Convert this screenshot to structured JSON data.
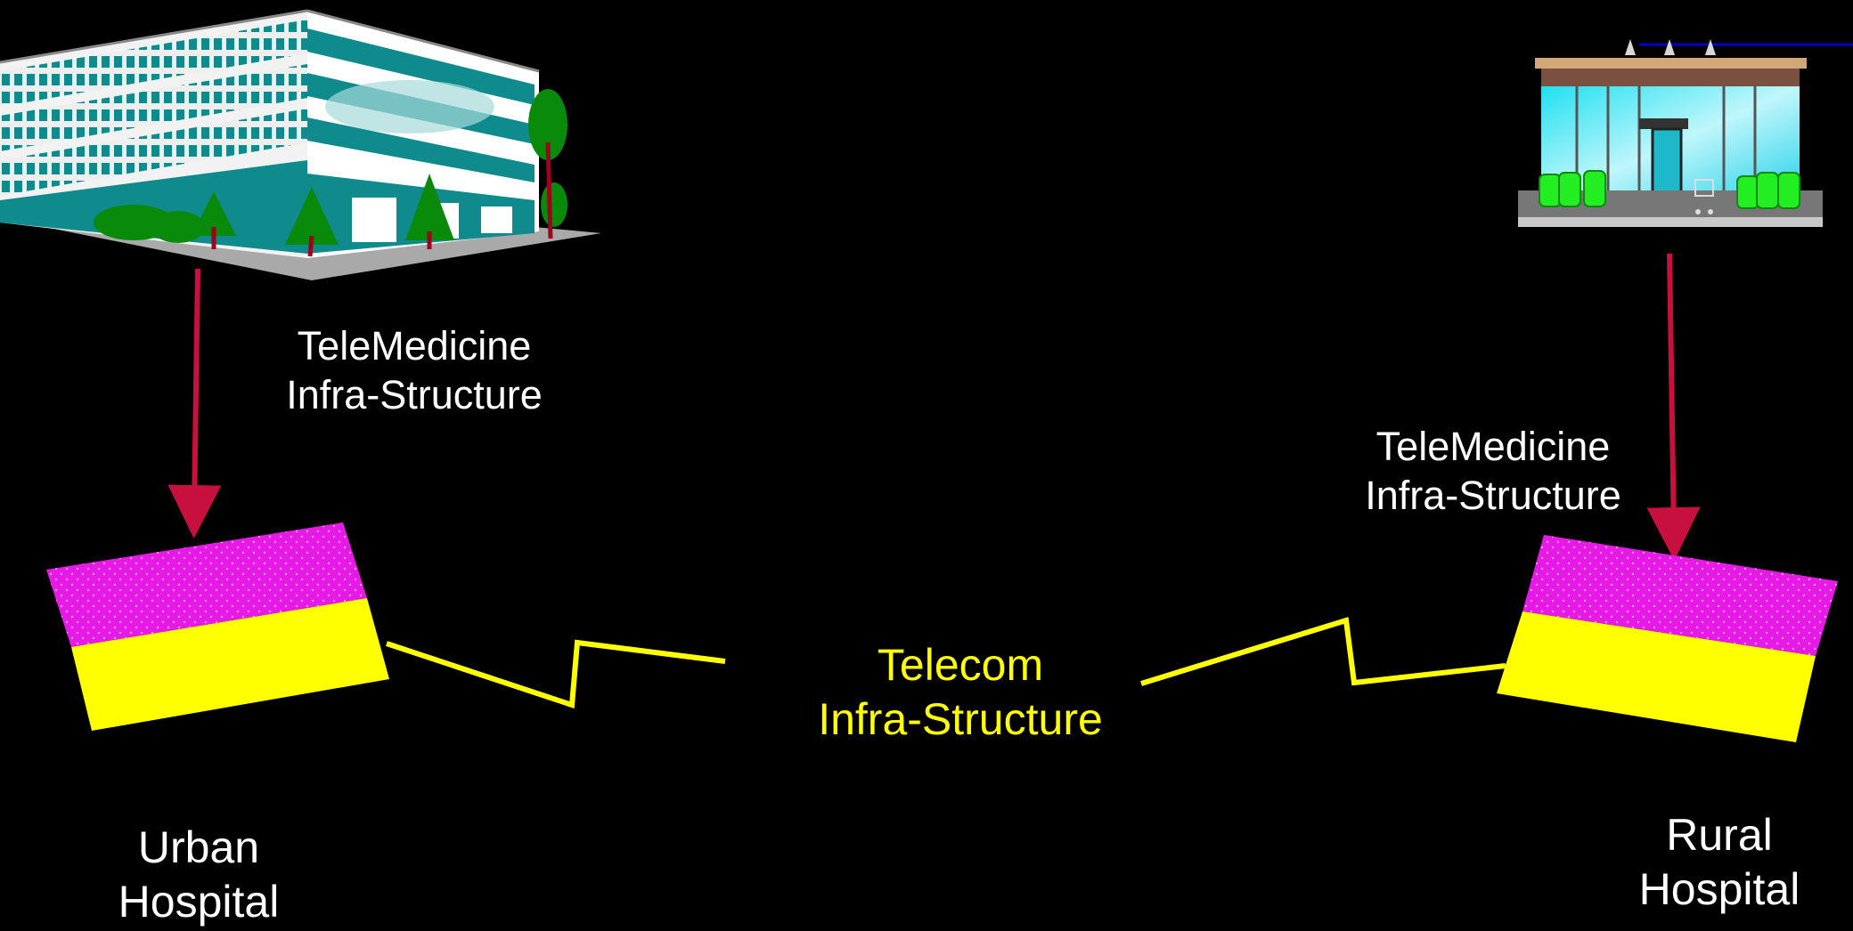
{
  "labels": {
    "urban_telemedicine": [
      "TeleMedicine",
      "Infra-Structure"
    ],
    "rural_telemedicine": [
      "TeleMedicine",
      "Infra-Structure"
    ],
    "telecom": [
      "Telecom",
      "Infra-Structure"
    ],
    "urban_hospital": [
      "Urban",
      "Hospital"
    ],
    "rural_hospital": [
      "Rural",
      "Hospital"
    ]
  },
  "colors": {
    "background": "#000000",
    "label_text": "#ffffff",
    "telecom_text": "#ffff00",
    "arrow": "#c8103e",
    "link_line": "#ffff00",
    "block_top": "#e619e6",
    "block_bottom": "#ffff00"
  },
  "icons": {
    "urban_building": "office-building-icon",
    "rural_building": "storefront-building-icon"
  }
}
